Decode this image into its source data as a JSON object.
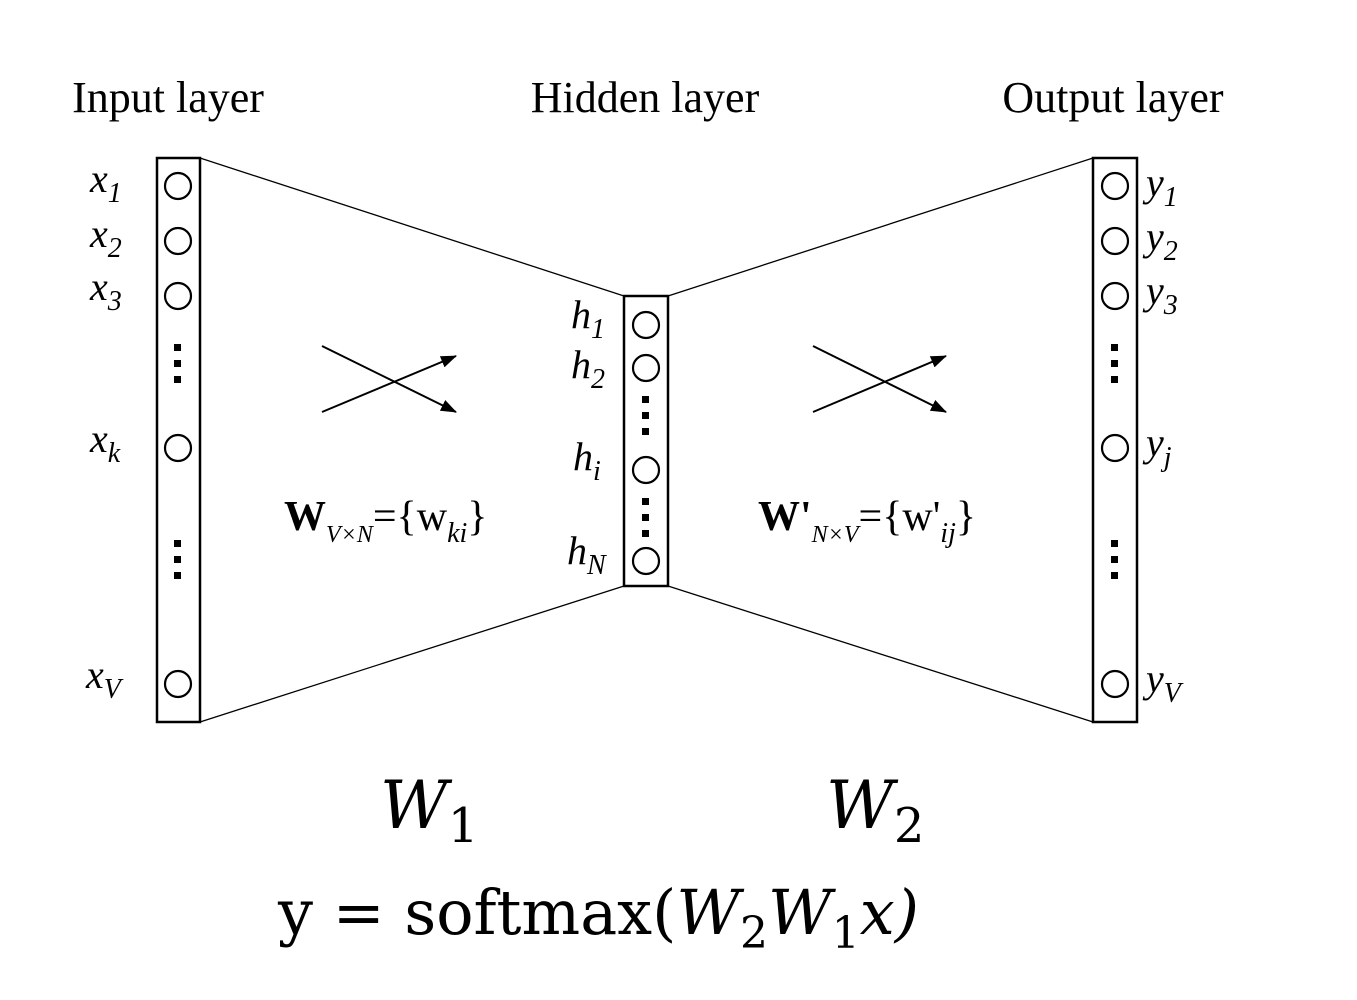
{
  "titles": {
    "input": "Input layer",
    "hidden": "Hidden layer",
    "output": "Output layer"
  },
  "input_nodes": [
    {
      "base": "x",
      "sub": "1"
    },
    {
      "base": "x",
      "sub": "2"
    },
    {
      "base": "x",
      "sub": "3"
    },
    {
      "base": "x",
      "sub": "k"
    },
    {
      "base": "x",
      "sub": "V"
    }
  ],
  "hidden_nodes": [
    {
      "base": "h",
      "sub": "1"
    },
    {
      "base": "h",
      "sub": "2"
    },
    {
      "base": "h",
      "sub": "i"
    },
    {
      "base": "h",
      "sub": "N"
    }
  ],
  "output_nodes": [
    {
      "base": "y",
      "sub": "1"
    },
    {
      "base": "y",
      "sub": "2"
    },
    {
      "base": "y",
      "sub": "3"
    },
    {
      "base": "y",
      "sub": "j"
    },
    {
      "base": "y",
      "sub": "V"
    }
  ],
  "weights": {
    "left": {
      "symbol": "W",
      "sub": "V×N",
      "rhs": "={w",
      "rhs_sub": "ki",
      "close": "}"
    },
    "right": {
      "symbol": "W'",
      "sub": "N×V",
      "rhs": "={w'",
      "rhs_sub": "ij",
      "close": "}"
    }
  },
  "annotations": {
    "w1": {
      "base": "W",
      "sub": "1"
    },
    "w2": {
      "base": "W",
      "sub": "2"
    },
    "formula": {
      "lhs": "y = softmax(",
      "w2": "W",
      "w2_sub": "2",
      "w1": "W",
      "w1_sub": "1",
      "tail": "x)"
    }
  }
}
